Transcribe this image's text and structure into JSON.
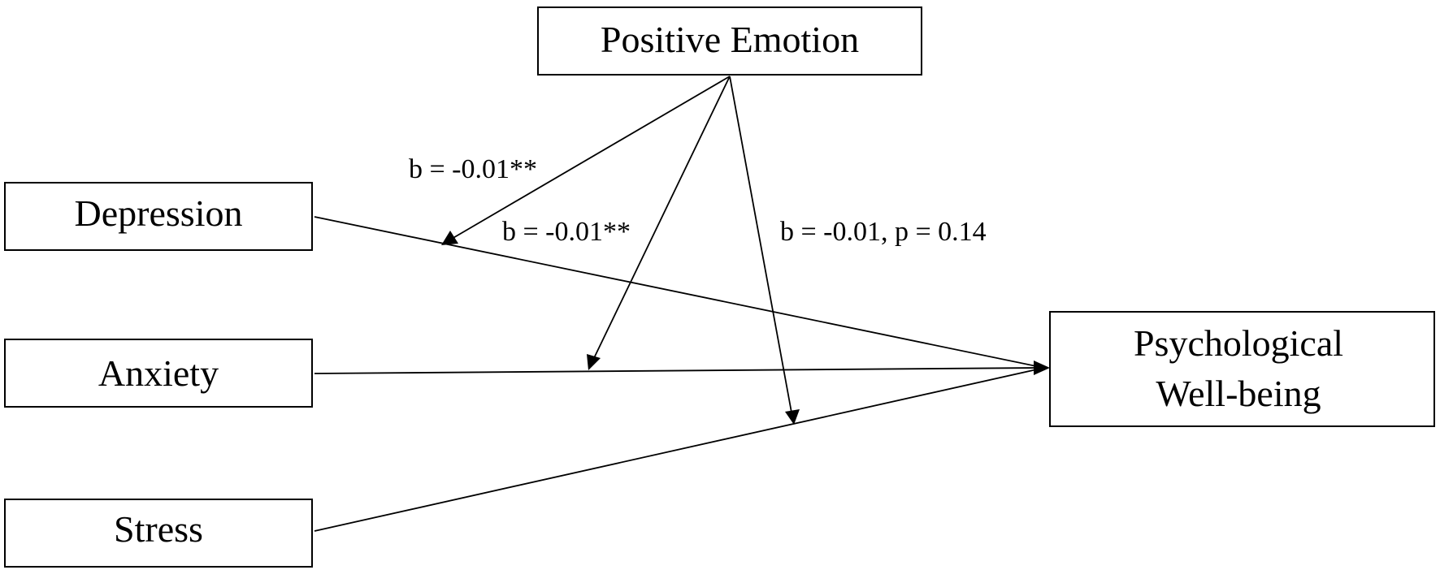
{
  "nodes": {
    "positive_emotion": "Positive Emotion",
    "depression": "Depression",
    "anxiety": "Anxiety",
    "stress": "Stress",
    "wellbeing_line1": "Psychological",
    "wellbeing_line2": "Well-being"
  },
  "coefficients": {
    "depression": "b = -0.01**",
    "anxiety": "b = -0.01**",
    "stress": "b = -0.01, p = 0.14"
  },
  "colors": {
    "stroke": "#000000",
    "background": "#ffffff"
  }
}
